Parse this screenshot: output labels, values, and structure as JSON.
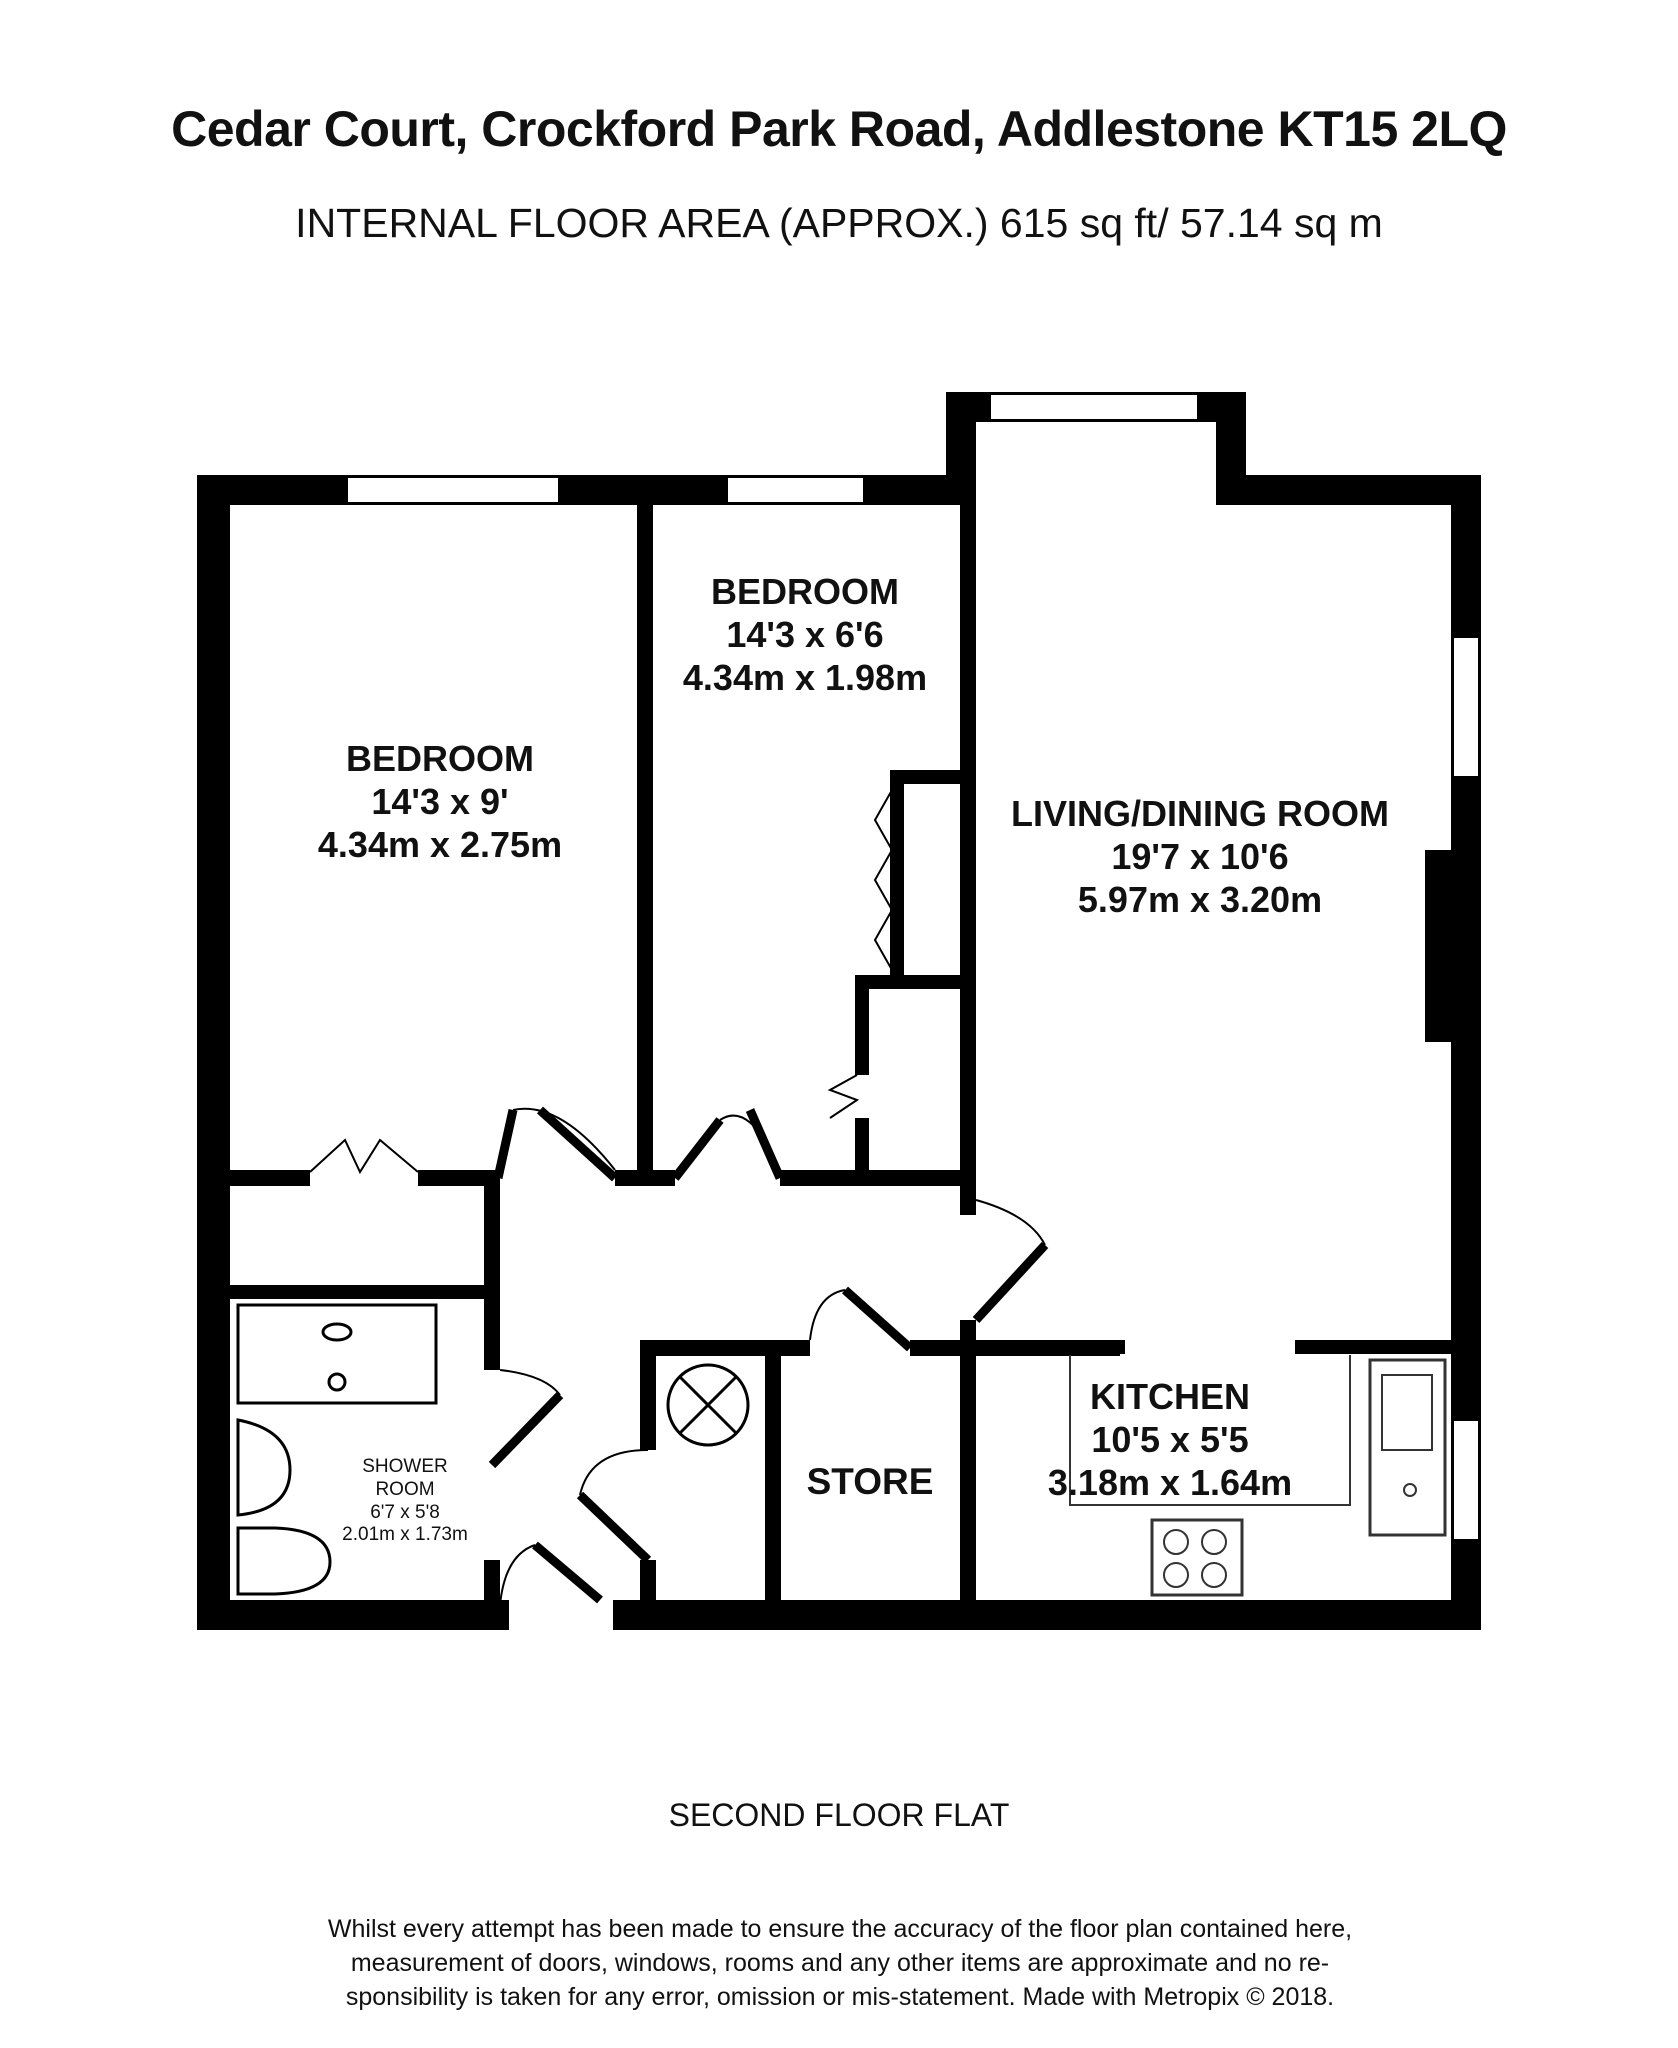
{
  "header": {
    "address": "Cedar Court, Crockford Park Road, Addlestone KT15 2LQ",
    "floor_area": "INTERNAL FLOOR AREA (APPROX.) 615 sq ft/ 57.14 sq m"
  },
  "rooms": {
    "bedroom1": {
      "name": "BEDROOM",
      "imperial": "14'3 x 9'",
      "metric": "4.34m x 2.75m"
    },
    "bedroom2": {
      "name": "BEDROOM",
      "imperial": "14'3 x 6'6",
      "metric": "4.34m x 1.98m"
    },
    "living": {
      "name": "LIVING/DINING ROOM",
      "imperial": "19'7 x 10'6",
      "metric": "5.97m x 3.20m"
    },
    "kitchen": {
      "name": "KITCHEN",
      "imperial": "10'5 x 5'5",
      "metric": "3.18m x 1.64m"
    },
    "store": {
      "name": "STORE"
    },
    "shower": {
      "name_line1": "SHOWER",
      "name_line2": "ROOM",
      "imperial": "6'7 x 5'8",
      "metric": "2.01m x 1.73m"
    }
  },
  "footer": {
    "floor_label": "SECOND FLOOR FLAT",
    "disclaimer_line1": "Whilst every attempt has been made to ensure the accuracy of the floor plan contained here,",
    "disclaimer_line2": "measurement of doors, windows, rooms and any other items are approximate and no re-",
    "disclaimer_line3": "sponsibility is taken for any error, omission or mis-statement. Made with Metropix © 2018."
  },
  "colors": {
    "wall": "#000000",
    "window": "#ffffff",
    "fixture_line": "#333333"
  }
}
